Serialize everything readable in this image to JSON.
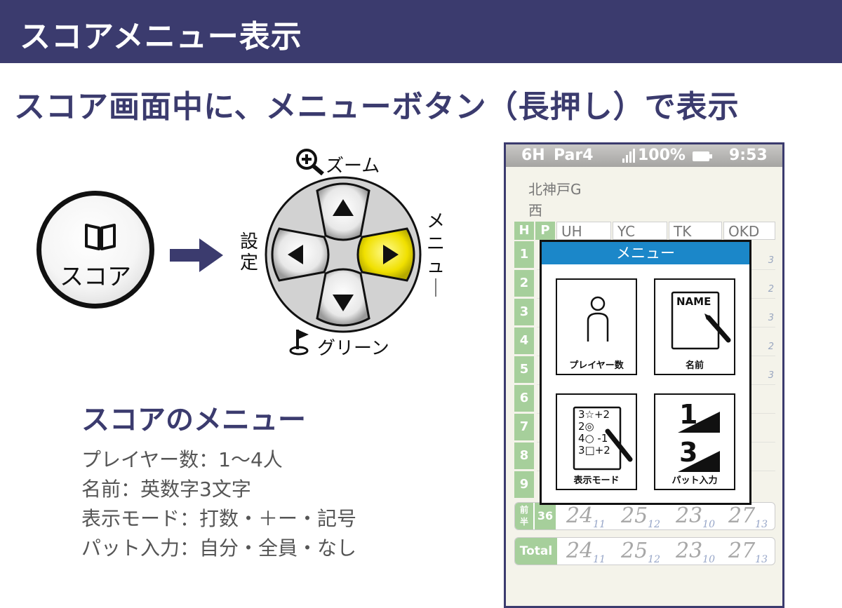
{
  "header": {
    "title": "スコアメニュー表示"
  },
  "subtitle": "スコア画面中に、メニューボタン（長押し）で表示",
  "score_button": {
    "label": "スコア"
  },
  "dpad": {
    "up_label": "ズーム",
    "down_label": "グリーン",
    "left_label": "設定",
    "right_label": "メニュー",
    "right_color": "#f0e000"
  },
  "menu_section": {
    "title": "スコアのメニュー",
    "items": [
      "プレイヤー数：1〜4人",
      "名前：英数字3文字",
      "表示モード：打数・＋ー・記号",
      "パット入力：自分・全員・なし"
    ]
  },
  "device": {
    "status": {
      "hole": "6H",
      "par": "Par4",
      "battery": "100%",
      "time": "9:53"
    },
    "course": [
      "北神戸G",
      "西"
    ],
    "columns": {
      "hole": "H",
      "par": "P",
      "players": [
        "UH",
        "YC",
        "TK",
        "OKD"
      ]
    },
    "holes": [
      "1",
      "2",
      "3",
      "4",
      "5",
      "6",
      "7",
      "8",
      "9"
    ],
    "par_marks": [
      "3",
      "2",
      "3",
      "2",
      "3"
    ],
    "front": {
      "label": "前半",
      "par": "36",
      "scores": [
        {
          "v": "24",
          "p": "11"
        },
        {
          "v": "25",
          "p": "12"
        },
        {
          "v": "23",
          "p": "10"
        },
        {
          "v": "27",
          "p": "13"
        }
      ]
    },
    "total": {
      "label": "Total",
      "scores": [
        {
          "v": "24",
          "p": "11"
        },
        {
          "v": "25",
          "p": "12"
        },
        {
          "v": "23",
          "p": "10"
        },
        {
          "v": "27",
          "p": "13"
        }
      ]
    },
    "popup": {
      "title": "メニュー",
      "tiles": [
        {
          "label": "プレイヤー数"
        },
        {
          "label": "名前",
          "icon_text": "NAME"
        },
        {
          "label": "表示モード",
          "lines": [
            "3☆+2",
            "2◎",
            "4○ -1",
            "3□+2"
          ]
        },
        {
          "label": "パット入力",
          "digits": [
            "1",
            "3"
          ]
        }
      ]
    }
  }
}
